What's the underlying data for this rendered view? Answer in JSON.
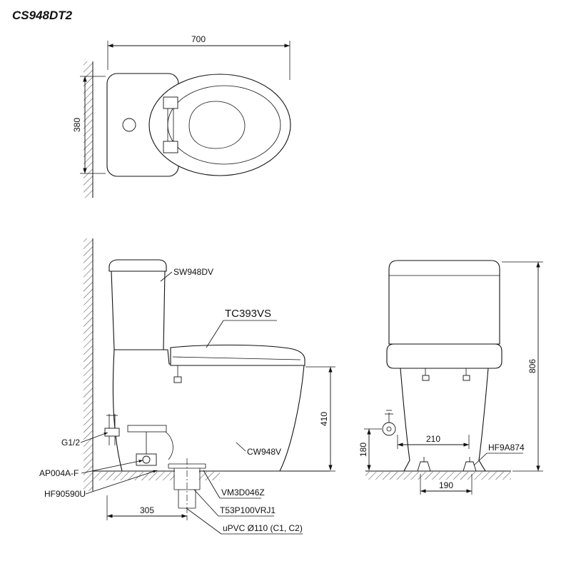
{
  "title": "CS948DT2",
  "top_view": {
    "dim_width": "700",
    "dim_depth": "380"
  },
  "side_view": {
    "label_tank": "SW948DV",
    "label_seat_cover": "TC393VS",
    "label_bowl": "CW948V",
    "label_water_inlet": "G1/2",
    "label_angle_valve": "AP004A-F",
    "label_supply_hose": "HF90590U",
    "label_flange": "VM3D046Z",
    "label_outlet_socket": "T53P100VRJ1",
    "label_drain_pipe": "uPVC Ø110 (C1, C2)",
    "dim_rim_height": "410",
    "dim_rough_in": "305"
  },
  "front_view": {
    "label_bolt_cap": "HF9A874",
    "dim_total_height": "806",
    "dim_inlet_height": "180",
    "dim_inlet_offset": "210",
    "dim_bolt_spacing": "190"
  }
}
